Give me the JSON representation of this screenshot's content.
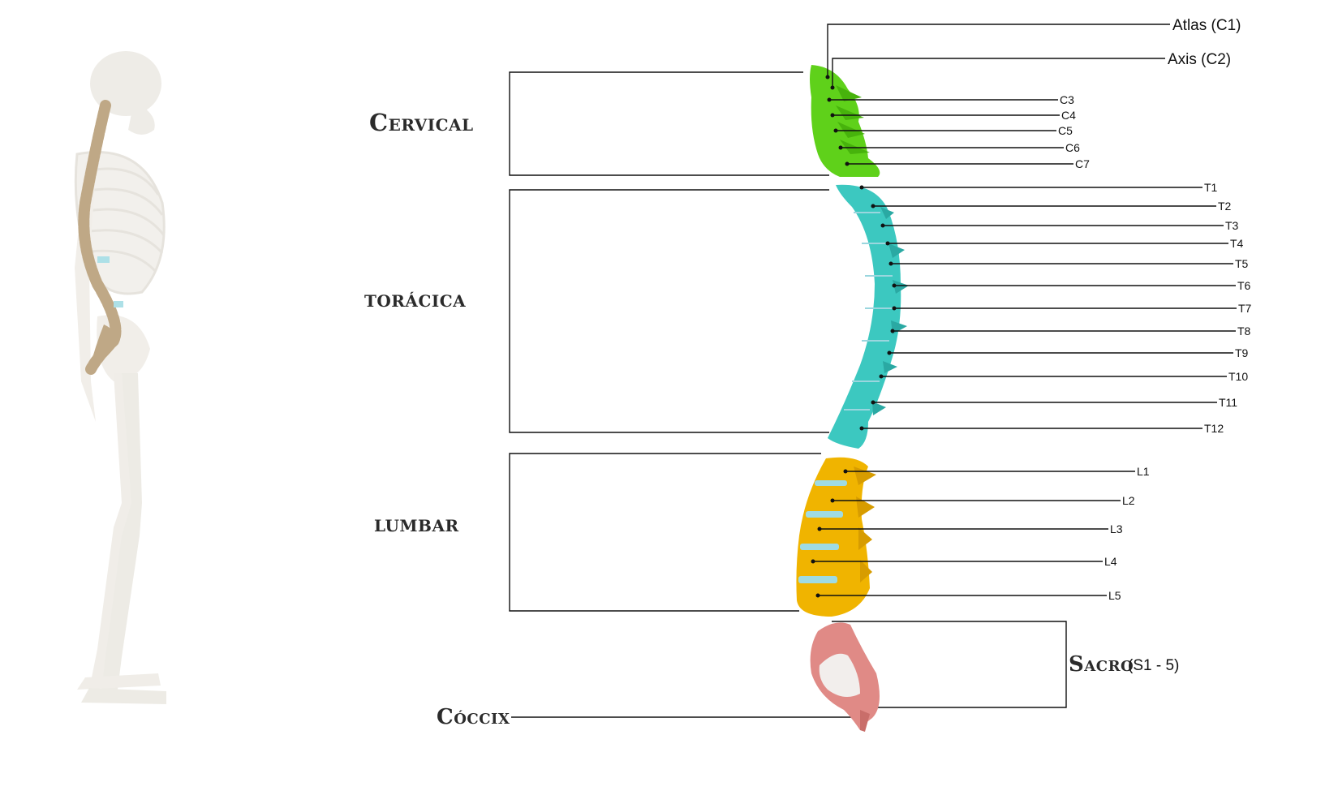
{
  "regions": {
    "cervical": "Cervical",
    "thoracic": "torácica",
    "lumbar": "lumbar",
    "sacrum": "Sacro",
    "sacrum_range": "(S1 - 5)",
    "coccyx": "Cóccix"
  },
  "labels": {
    "c1": "Atlas (C1)",
    "c2": "Axis (C2)",
    "c3": "C3",
    "c4": "C4",
    "c5": "C5",
    "c6": "C6",
    "c7": "C7",
    "t1": "T1",
    "t2": "T2",
    "t3": "T3",
    "t4": "T4",
    "t5": "T5",
    "t6": "T6",
    "t7": "T7",
    "t8": "T8",
    "t9": "T9",
    "t10": "T10",
    "t11": "T11",
    "t12": "T12",
    "l1": "L1",
    "l2": "L2",
    "l3": "L3",
    "l4": "L4",
    "l5": "L5"
  },
  "colors": {
    "cervical": "#5fd11a",
    "thoracic": "#3cc8c0",
    "lumbar": "#f0b400",
    "disc": "#9fdbe3",
    "sacrum": "#e08a86",
    "skeleton": "#e9e6df",
    "spine": "#b59a72"
  }
}
